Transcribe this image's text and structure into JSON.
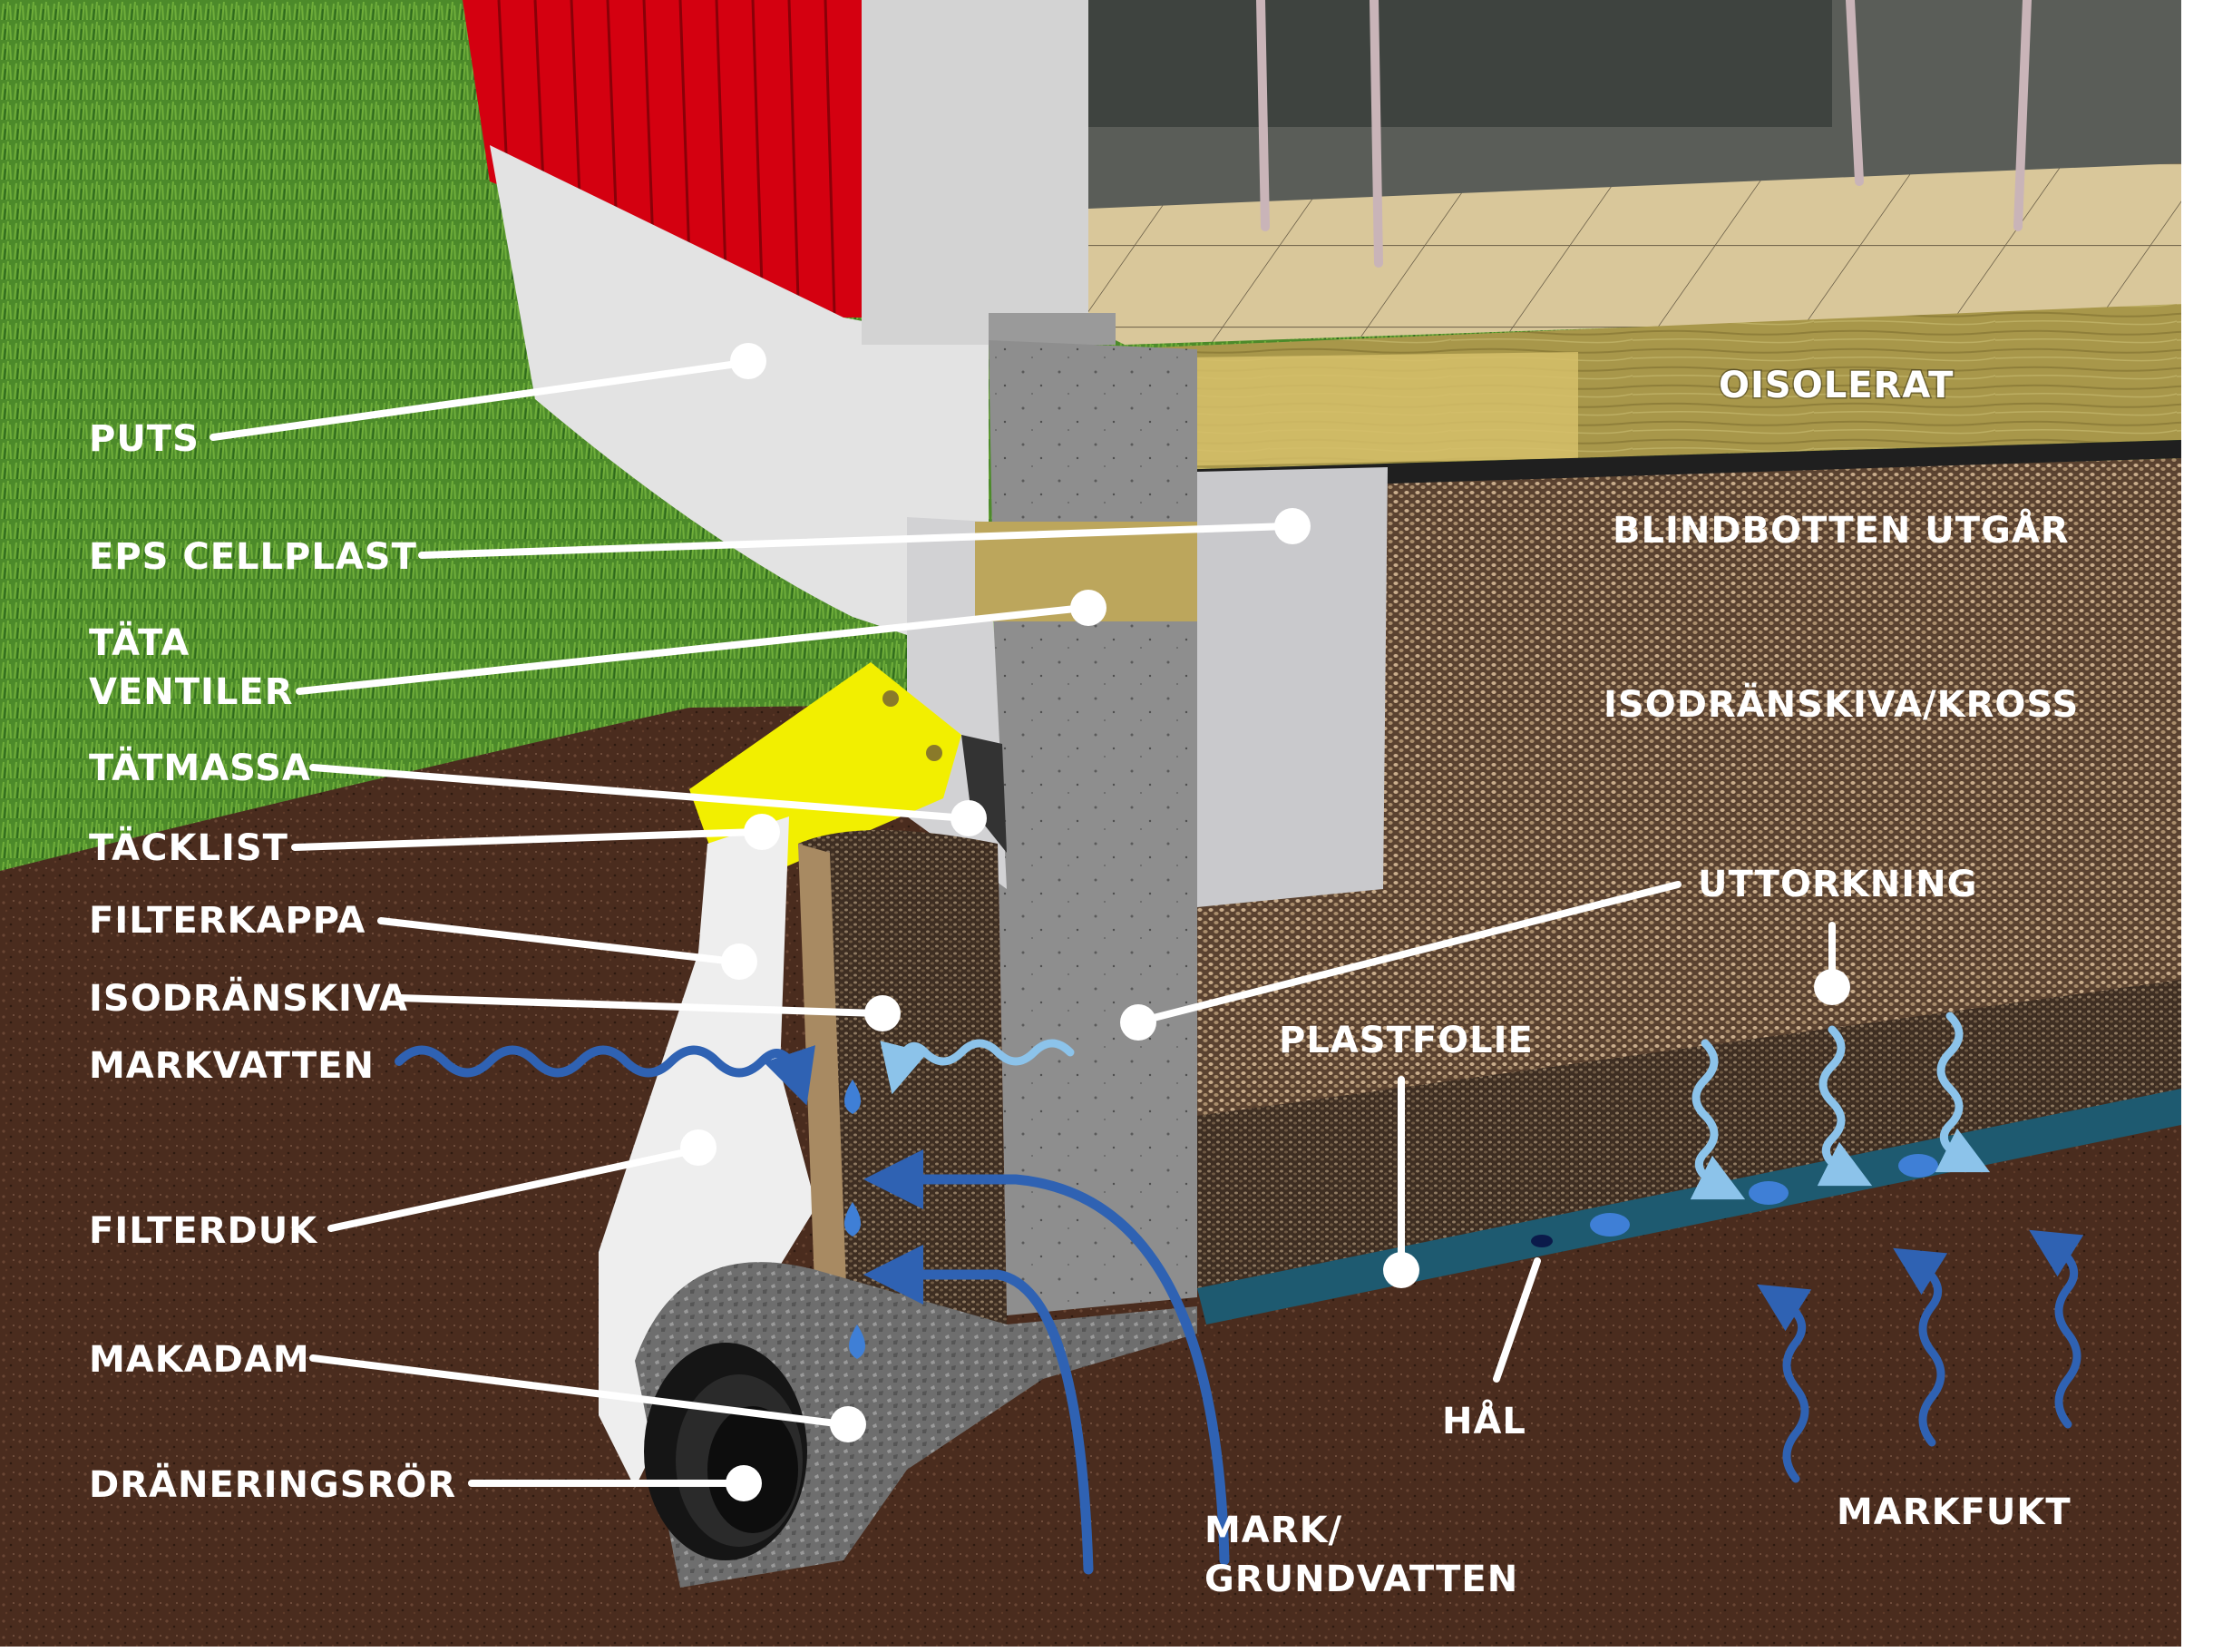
{
  "title": "Grundkonstruktion – fuktskydd och dränering",
  "colors": {
    "grass": "#4f8a2a",
    "soil": "#4a2c1e",
    "red_panel": "#d40010",
    "puts_white": "#e6e6e6",
    "concrete": "#8f8f8f",
    "eps": "#c9c9cc",
    "wood_beam": "#b5a24f",
    "insulation": "#d6c06a",
    "tacklist_yellow": "#f2ef00",
    "isodran": "#6b5440",
    "plastfolie": "#1e5a70",
    "gravel": "#7d7d7d",
    "filterduk": "#ececec",
    "pipe": "#151515",
    "water_dark": "#2f62b3",
    "water_light": "#8cc3ea",
    "label": "#ffffff"
  },
  "labels_left": [
    {
      "id": "puts",
      "text": "PUTS"
    },
    {
      "id": "eps-cellplast",
      "text": "EPS CELLPLAST"
    },
    {
      "id": "tata-ventiler-1",
      "text": "TÄTA"
    },
    {
      "id": "tata-ventiler-2",
      "text": "VENTILER"
    },
    {
      "id": "tatmassa",
      "text": "TÄTMASSA"
    },
    {
      "id": "tacklist",
      "text": "TÄCKLIST"
    },
    {
      "id": "filterkappa",
      "text": "FILTERKAPPA"
    },
    {
      "id": "isodranskiva",
      "text": "ISODRÄNSKIVA"
    },
    {
      "id": "markvatten",
      "text": "MARKVATTEN"
    },
    {
      "id": "filterduk",
      "text": "FILTERDUK"
    },
    {
      "id": "makadam",
      "text": "MAKADAM"
    },
    {
      "id": "draneringsror",
      "text": "DRÄNERINGSRÖR"
    }
  ],
  "labels_right": [
    {
      "id": "oisolerat",
      "text": "OISOLERAT"
    },
    {
      "id": "blindbotten",
      "text": "BLINDBOTTEN UTGÅR"
    },
    {
      "id": "isodranskiva-kross",
      "text": "ISODRÄNSKIVA/KROSS"
    },
    {
      "id": "uttorkning",
      "text": "UTTORKNING"
    },
    {
      "id": "plastfolie",
      "text": "PLASTFOLIE"
    },
    {
      "id": "hal",
      "text": "HÅL"
    },
    {
      "id": "markfukt",
      "text": "MARKFUKT"
    },
    {
      "id": "mark-grundvatten-1",
      "text": "MARK/"
    },
    {
      "id": "mark-grundvatten-2",
      "text": "GRUNDVATTEN"
    }
  ]
}
